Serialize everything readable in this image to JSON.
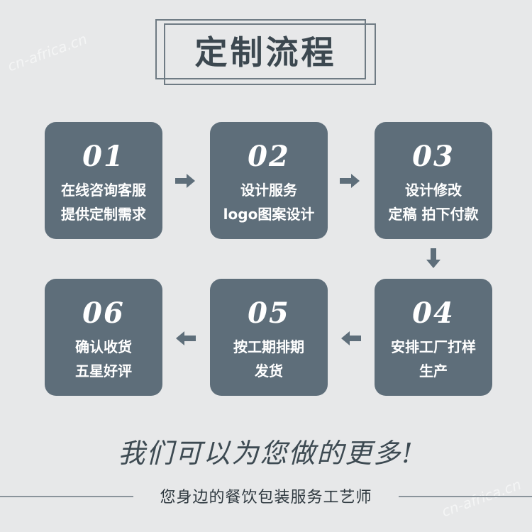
{
  "title": "定制流程",
  "steps": [
    {
      "num": "01",
      "line1": "在线咨询客服",
      "line2": "提供定制需求"
    },
    {
      "num": "02",
      "line1": "设计服务",
      "line2": "logo图案设计"
    },
    {
      "num": "03",
      "line1": "设计修改",
      "line2": "定稿 拍下付款"
    },
    {
      "num": "04",
      "line1": "安排工厂打样",
      "line2": "生产"
    },
    {
      "num": "05",
      "line1": "按工期排期",
      "line2": "发货"
    },
    {
      "num": "06",
      "line1": "确认收货",
      "line2": "五星好评"
    }
  ],
  "slogan": "我们可以为您做的更多!",
  "subtitle": "您身边的餐饮包装服务工艺师",
  "watermark": "cn-africa.cn",
  "colors": {
    "background": "#e7e8e9",
    "card": "#5e6e7a",
    "arrow": "#5e6e7a",
    "title_text": "#3c4850"
  },
  "icons": {
    "arrow_right": "arrow-right-icon",
    "arrow_down": "arrow-down-icon",
    "arrow_left": "arrow-left-icon"
  }
}
